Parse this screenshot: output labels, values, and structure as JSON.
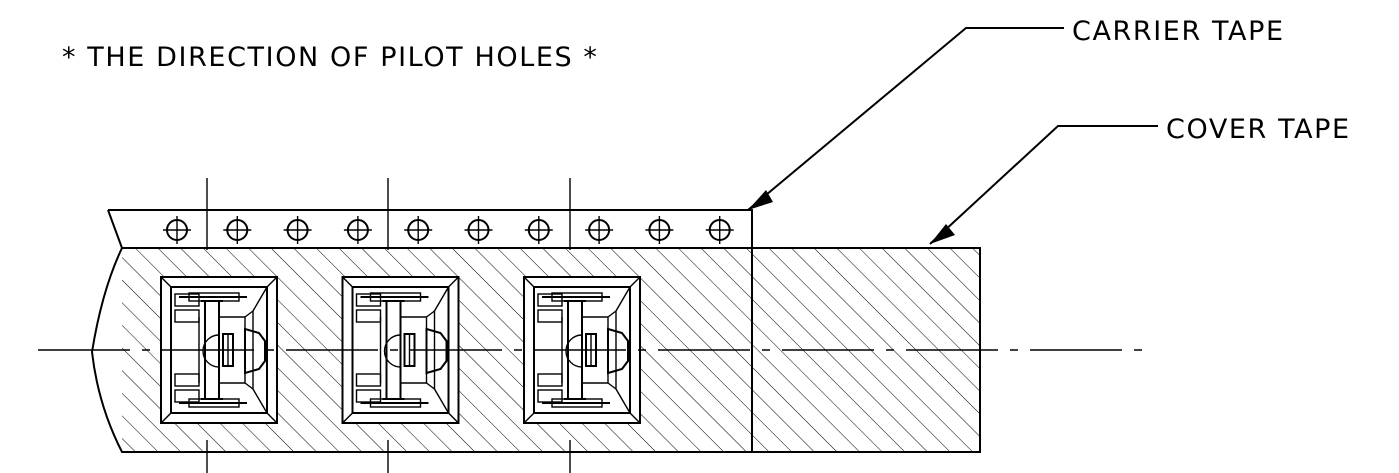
{
  "title": "* THE DIRECTION OF PILOT HOLES *",
  "labels": {
    "carrier_tape": "CARRIER TAPE",
    "cover_tape": "COVER TAPE"
  },
  "counts": {
    "pilot_holes": 10,
    "pockets": 3
  },
  "colors": {
    "ink": "#000000",
    "paper": "#ffffff"
  }
}
